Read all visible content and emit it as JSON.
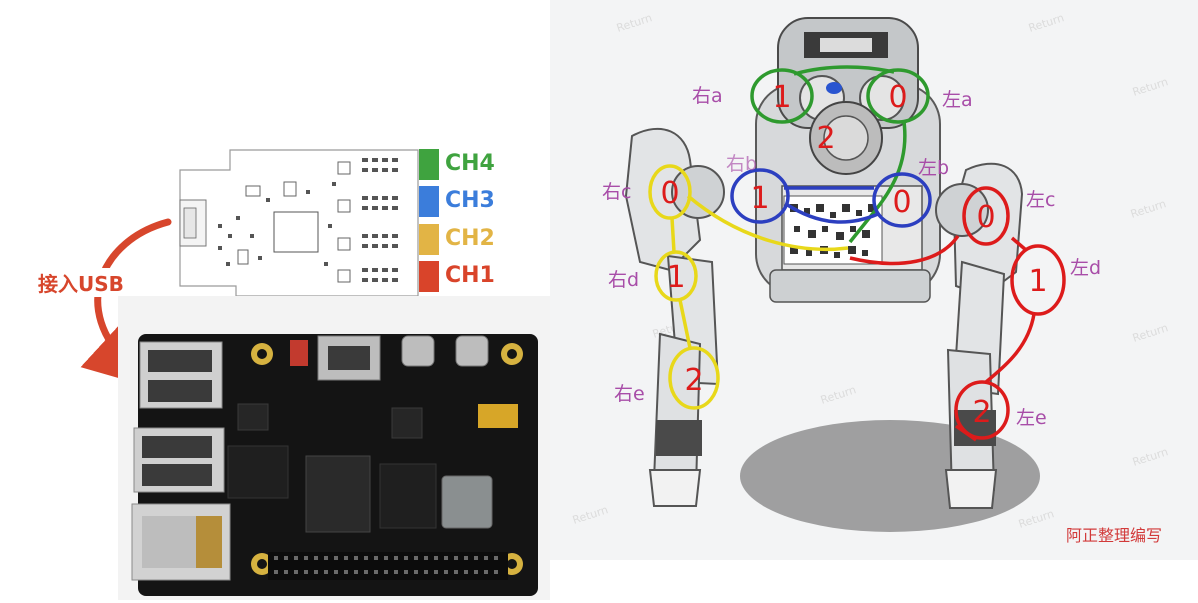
{
  "colors": {
    "ch4": "#3fa33f",
    "ch3": "#3b7ddb",
    "ch2": "#e2b445",
    "ch1": "#d9442a",
    "arrow": "#d7462c",
    "side_label": "#a84da8",
    "group_a": "#2e9a2e",
    "group_b": "#2c3fc0",
    "group_right": "#e8d81a",
    "group_left": "#dd1b1b",
    "author": "#d23a3a"
  },
  "usb_board": {
    "channels": [
      {
        "label": "CH4",
        "color": "#3fa33f"
      },
      {
        "label": "CH3",
        "color": "#3b7ddb"
      },
      {
        "label": "CH2",
        "color": "#e2b445"
      },
      {
        "label": "CH1",
        "color": "#d9442a"
      }
    ]
  },
  "connect_label": "接入USB",
  "robot": {
    "labels": {
      "right_a": "右a",
      "left_a": "左a",
      "right_b": "右b",
      "left_b": "左b",
      "right_c": "右c",
      "left_c": "左c",
      "right_d": "右d",
      "left_d": "左d",
      "right_e": "右e",
      "left_e": "左e"
    },
    "joints": {
      "a_right": "1",
      "a_left": "0",
      "head": "2",
      "b_right": "1",
      "b_left": "0",
      "c_right": "0",
      "d_right": "1",
      "e_right": "2",
      "c_left": "0",
      "d_left": "1",
      "e_left": "2"
    }
  },
  "watermark": "Return",
  "author_note": "阿正整理编写"
}
